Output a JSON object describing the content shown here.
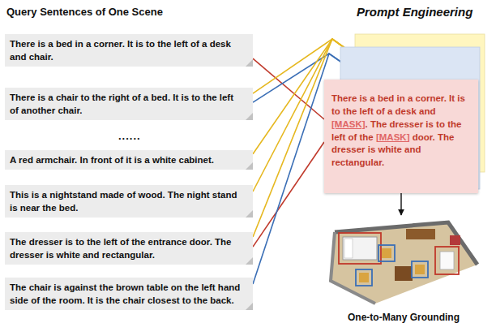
{
  "diagram": {
    "title": "Query Sentences of One Scene",
    "nodes": [
      {
        "text": [
          "There is a bed in a corner. It is to the left of a desk and chair."
        ]
      },
      {
        "text": [
          "There is a chair to the right of a bed. It is to the left of another chair."
        ]
      },
      {
        "text": [
          "A red armchair. In front of it is a white cabinet."
        ]
      },
      {
        "text": [
          "This is a nightstand made of wood. The night stand is near the bed."
        ]
      },
      {
        "text": [
          "The dresser is to the left of the entrance door. The dresser is white and rectangular."
        ]
      },
      {
        "text": [
          "The chair is against the brown table on the left hand side of the room. It is the chair closest to the back."
        ]
      },
      {
        "text": [
          "There is a bed in a corner. It is to the left of a desk and [MASK]. The dresser is to the left of the [MASK] door. The dresser is white and rectangular."
        ]
      },
      {
        "text": [
          "One-to-Many Grounding"
        ]
      }
    ],
    "edges": [
      {
        "from": 0,
        "to": 6,
        "arrow": "none"
      },
      {
        "from": 1,
        "to": 6,
        "arrow": "none"
      },
      {
        "from": 1,
        "to": 6,
        "arrow": "none"
      },
      {
        "from": 2,
        "to": 6,
        "arrow": "none"
      },
      {
        "from": 3,
        "to": 6,
        "arrow": "none"
      },
      {
        "from": 4,
        "to": 6,
        "arrow": "none"
      },
      {
        "from": 4,
        "to": 6,
        "arrow": "none"
      },
      {
        "from": 5,
        "to": 6,
        "arrow": "none"
      },
      {
        "from": 6,
        "to": 7,
        "arrow": "to"
      }
    ],
    "labels": [
      "Prompt Engineering",
      "......"
    ]
  }
}
